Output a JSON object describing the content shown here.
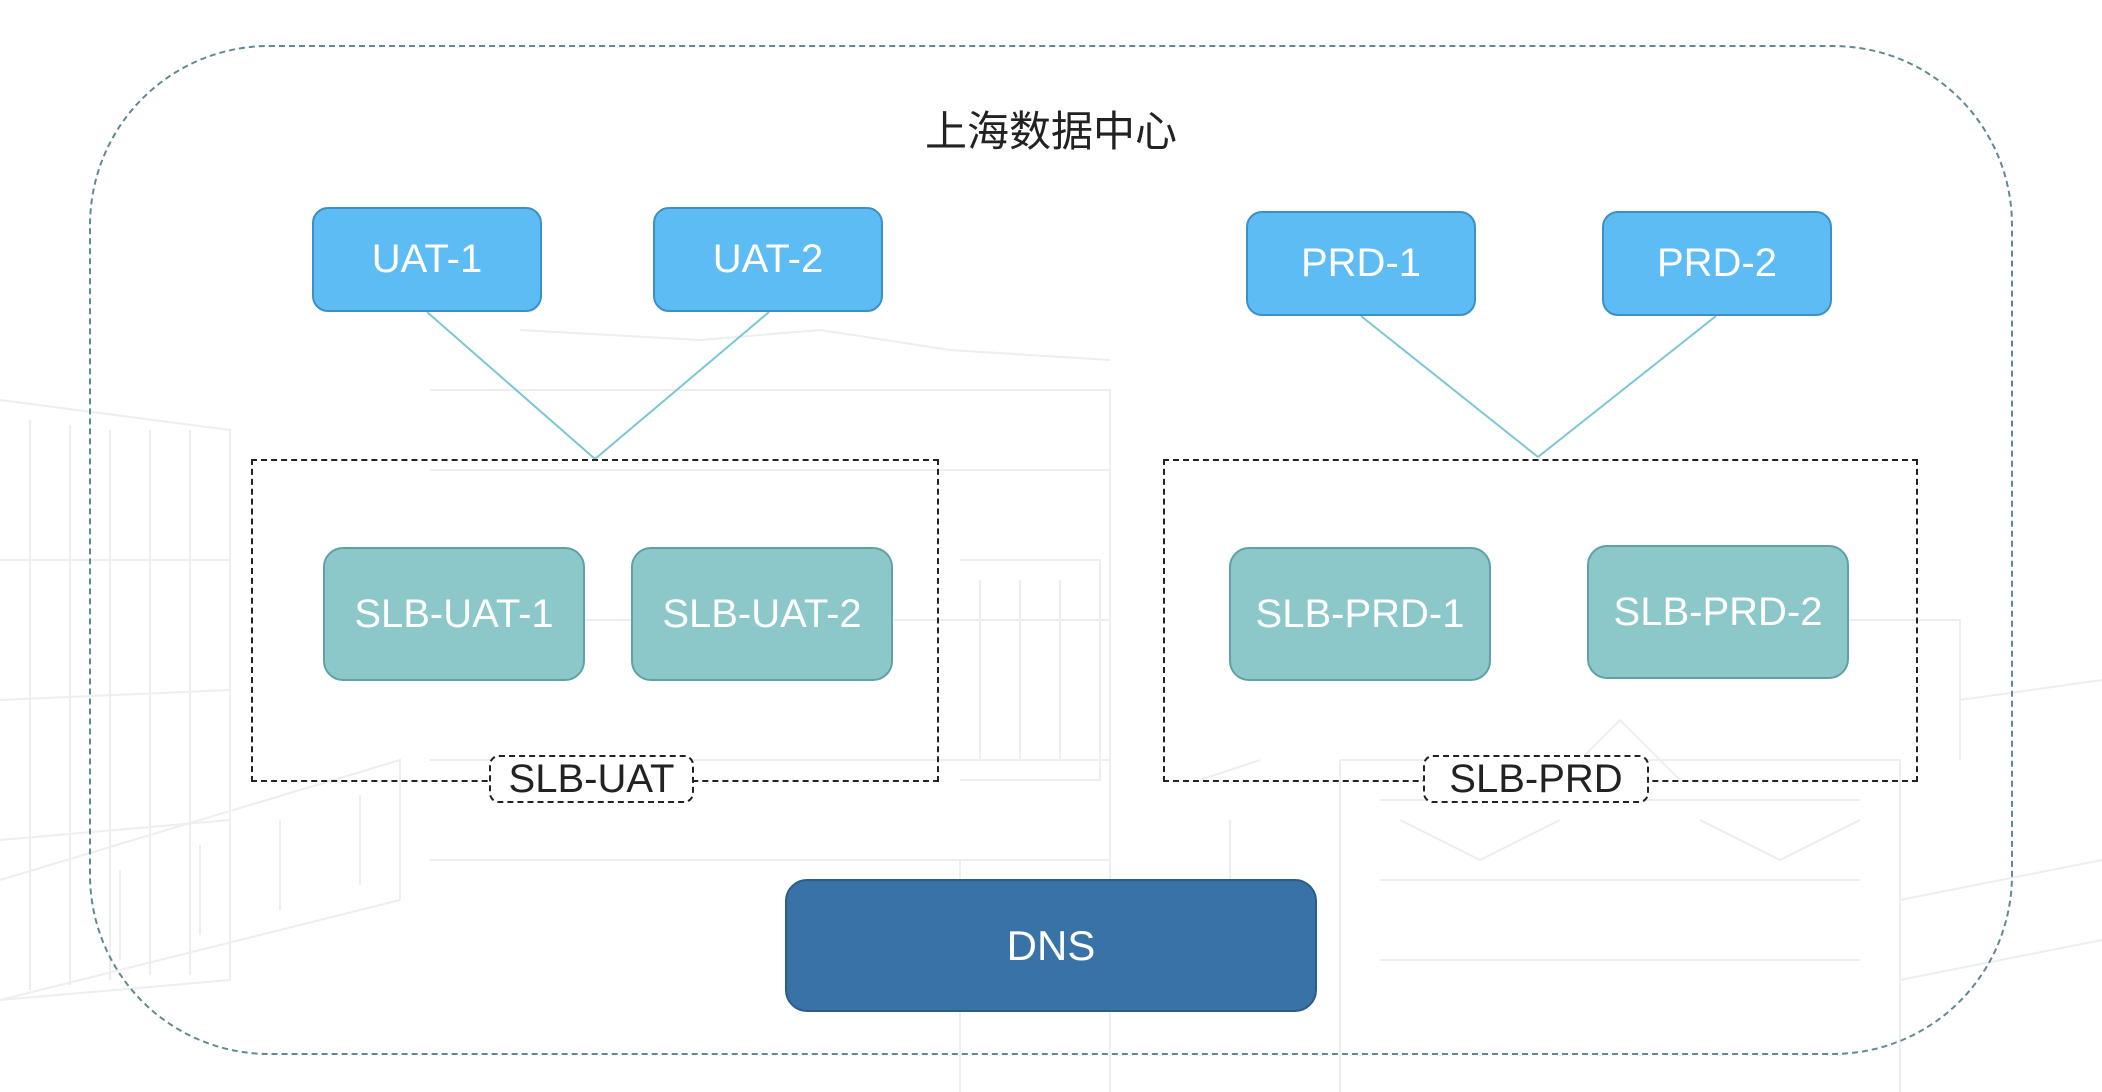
{
  "datacenter": {
    "title": "上海数据中心"
  },
  "servers": {
    "uat_1": "UAT-1",
    "uat_2": "UAT-2",
    "prd_1": "PRD-1",
    "prd_2": "PRD-2"
  },
  "load_balancers": {
    "slb_uat_1": "SLB-UAT-1",
    "slb_uat_2": "SLB-UAT-2",
    "slb_prd_1": "SLB-PRD-1",
    "slb_prd_2": "SLB-PRD-2"
  },
  "groups": {
    "slb_uat": "SLB-UAT",
    "slb_prd": "SLB-PRD"
  },
  "dns": {
    "label": "DNS"
  },
  "colors": {
    "server_fill": "#5dbcf4",
    "slb_fill": "#8cc7c9",
    "dns_fill": "#3872a6",
    "connector": "#7cc6d6"
  }
}
